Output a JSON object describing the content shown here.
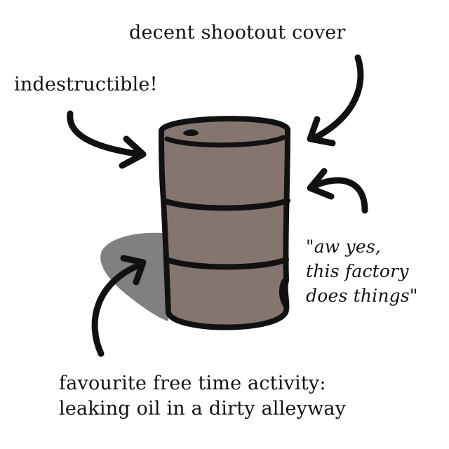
{
  "annotations": {
    "cover": "decent shootout cover",
    "indestructible": "indestructible!",
    "factory_line1": "\"aw yes,",
    "factory_line2": "this factory",
    "factory_line3": "does things\"",
    "hobby_line1": "favourite free time activity:",
    "hobby_line2": "leaking oil in a dirty alleyway"
  },
  "colors": {
    "barrel_body": "#857570",
    "shadow": "#808080",
    "outline": "#111111",
    "background": "#ffffff"
  }
}
